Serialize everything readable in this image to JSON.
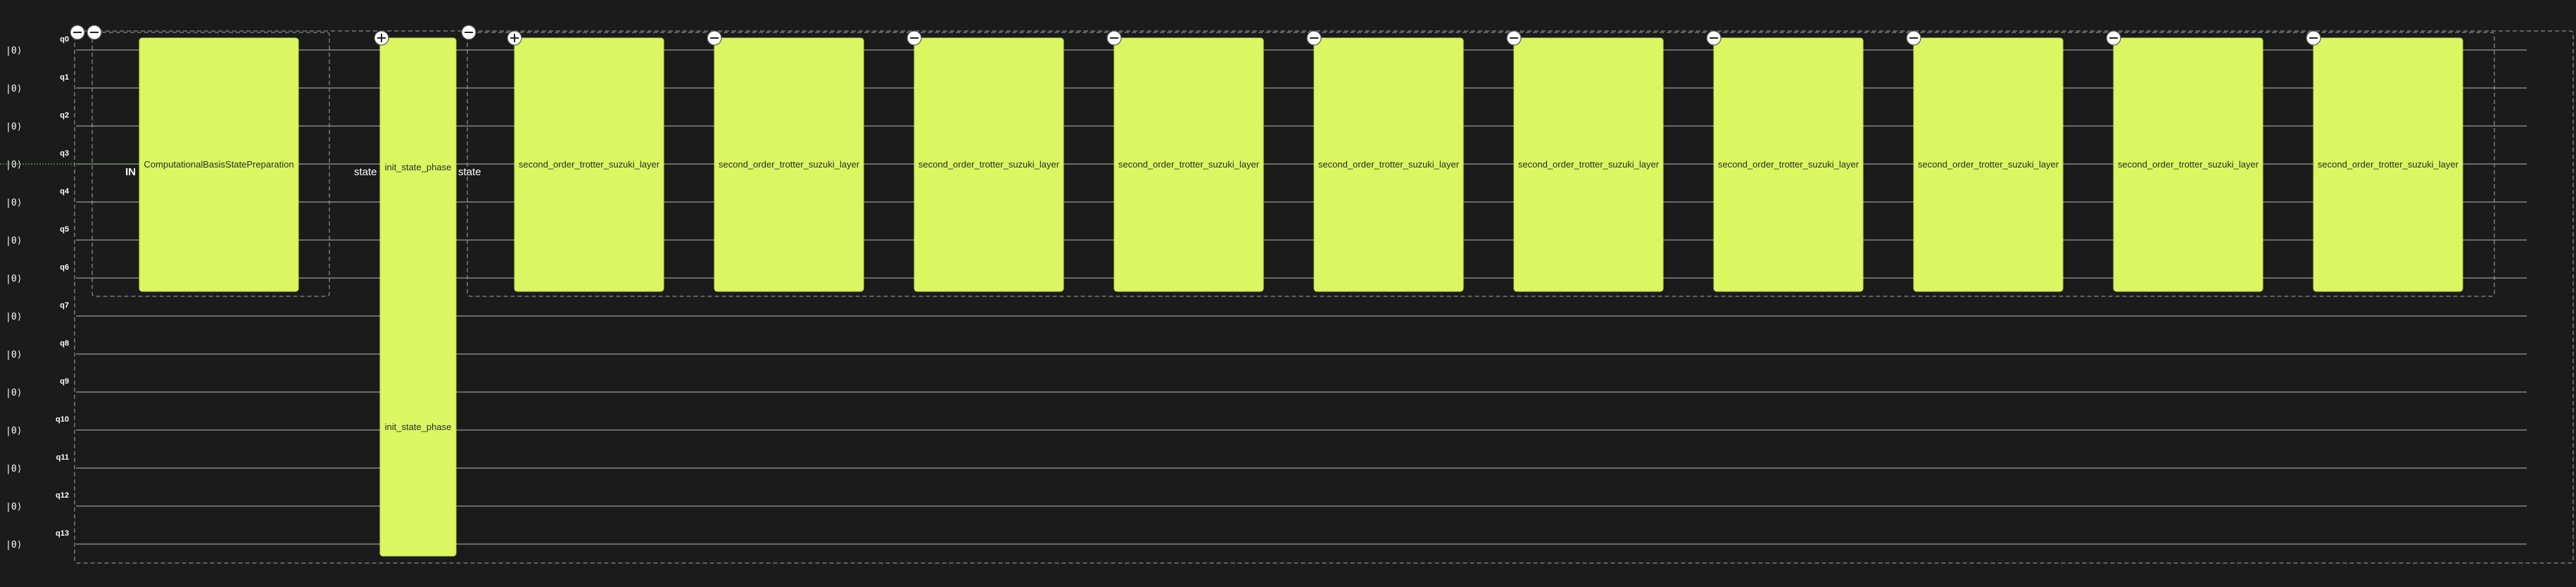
{
  "qubits": [
    {
      "ket": "|0⟩",
      "name": "q0"
    },
    {
      "ket": "|0⟩",
      "name": "q1"
    },
    {
      "ket": "|0⟩",
      "name": "q2"
    },
    {
      "ket": "|0⟩",
      "name": "q3"
    },
    {
      "ket": "|0⟩",
      "name": "q4"
    },
    {
      "ket": "|0⟩",
      "name": "q5"
    },
    {
      "ket": "|0⟩",
      "name": "q6"
    },
    {
      "ket": "|0⟩",
      "name": "q7"
    },
    {
      "ket": "|0⟩",
      "name": "q8"
    },
    {
      "ket": "|0⟩",
      "name": "q9"
    },
    {
      "ket": "|0⟩",
      "name": "q10"
    },
    {
      "ket": "|0⟩",
      "name": "q11"
    },
    {
      "ket": "|0⟩",
      "name": "q12"
    },
    {
      "ket": "|0⟩",
      "name": "q13"
    }
  ],
  "ports": {
    "in": "IN",
    "state_out": "state",
    "state_in": "state"
  },
  "gates": {
    "prep": "ComputationalBasisStatePreparation",
    "phase_top": "init_state_phase",
    "phase_bottom": "init_state_phase",
    "layers": [
      "second_order_trotter_suzuki_layer",
      "second_order_trotter_suzuki_layer",
      "second_order_trotter_suzuki_layer",
      "second_order_trotter_suzuki_layer",
      "second_order_trotter_suzuki_layer",
      "second_order_trotter_suzuki_layer",
      "second_order_trotter_suzuki_layer",
      "second_order_trotter_suzuki_layer",
      "second_order_trotter_suzuki_layer",
      "second_order_trotter_suzuki_layer"
    ]
  },
  "controls": {
    "outer_collapse": "collapse-icon",
    "prep_collapse": "collapse-icon",
    "phase_expand": "expand-icon",
    "evolution_collapse": "collapse-icon",
    "layer_expand": "expand-icon",
    "layer_collapse": "collapse-icon"
  },
  "colors": {
    "background": "#1b1b1b",
    "gate_fill": "#dbf661",
    "wire": "#9a9a9a",
    "green_wire": "#4caf50"
  }
}
